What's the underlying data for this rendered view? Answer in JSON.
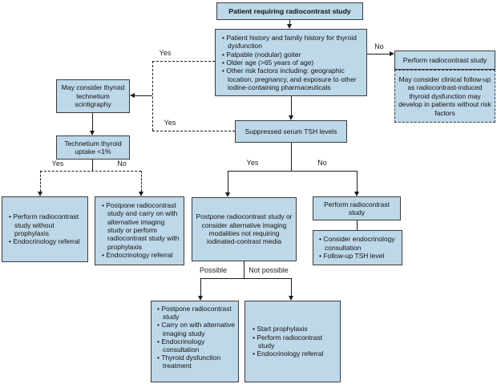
{
  "diagram": {
    "title_node": "Patient requiring radiocontrast study",
    "risk_factors": {
      "items": [
        "Patient history and family history for thyroid dysfunction",
        "Palpable (nodular) goiter",
        "Older age (>65 years of age)",
        "Other risk factors including: geographic location, pregnancy, and exposure to other iodine-containing pharmaceuticals"
      ]
    },
    "perform_study_no_risk": "Perform radiocontrast study",
    "followup_note": "May consider clinical follow-up as radiocontrast-induced thyroid dysfunction may develop in patients without risk factors",
    "scintigraphy": "May consider thyroid technetium scintigraphy",
    "technetium_uptake": "Technetium thyroid uptake <1%",
    "suppressed_tsh": "Suppressed serum TSH levels",
    "perform_no_prophylaxis": {
      "items": [
        "Perform radiocontrast study without prophylaxis",
        "Endocrinology referral"
      ]
    },
    "postpone_with_prophylaxis": {
      "items": [
        "Postpone radiocontrast study and carry on with alternative imaging study or perform radiocontrast study with prophylaxis",
        "Endocrinology referral"
      ]
    },
    "postpone_alternative": "Postpone radiocontrast study or consider alternative imaging modalities not requiring iodinated-contrast media",
    "perform_study_no_tsh": "Perform radiocontrast study",
    "endo_followup": {
      "items": [
        "Consider endocrinology consultation",
        "Follow-up TSH level"
      ]
    },
    "postpone_treatment": {
      "items": [
        "Postpone radiocontrast study",
        "Carry on with alternative imaging study",
        "Endocrinology consultation",
        "Thyroid dysfunction treatment"
      ]
    },
    "prophylaxis_path": {
      "items": [
        "Start prophylaxis",
        "Perform radiocontrast study",
        "Endocrinology referral"
      ]
    },
    "edge_labels": {
      "no_risk": "No",
      "yes_risk": "Yes",
      "yes_tsh_to_scint": "Yes",
      "uptake_yes": "Yes",
      "uptake_no": "No",
      "tsh_yes": "Yes",
      "tsh_no": "No",
      "possible": "Possible",
      "not_possible": "Not possible"
    },
    "colors": {
      "node_fill": "#bdd8e8",
      "node_border": "#3c3c3c",
      "connector": "#1c1c1c"
    }
  }
}
